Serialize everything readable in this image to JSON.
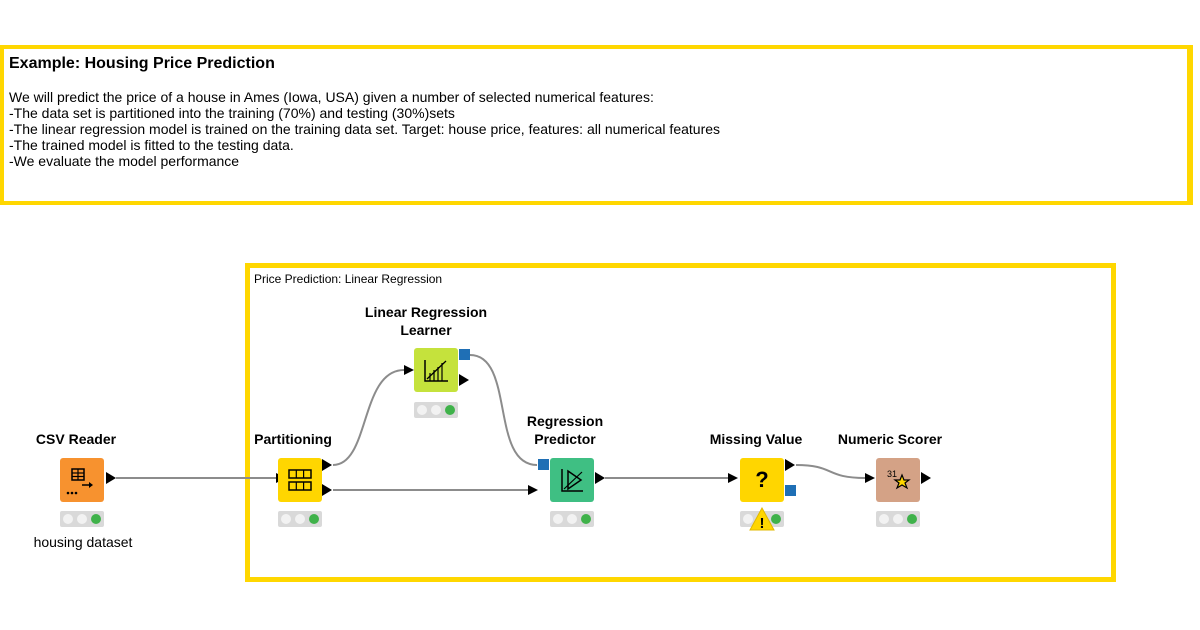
{
  "annotation": {
    "title": "Example: Housing Price Prediction",
    "lines": [
      "We will predict the price of a house in Ames (Iowa, USA) given a number of selected numerical features:",
      "-The data set is partitioned into the training (70%) and testing (30%)sets",
      "-The linear regression model is trained on the training data set. Target: house price, features: all numerical features",
      "-The trained model is fitted to the testing data.",
      "-We evaluate the model performance"
    ]
  },
  "workflow_annotation": {
    "label": "Price Prediction: Linear Regression"
  },
  "nodes": {
    "csv_reader": {
      "title": "CSV Reader",
      "label": "housing dataset",
      "color": "#f7922f",
      "icon": "table-import-icon"
    },
    "partitioning": {
      "title": "Partitioning",
      "color": "#ffd600",
      "icon": "grid-split-icon"
    },
    "lr_learner": {
      "title_line1": "Linear Regression",
      "title_line2": "Learner",
      "color": "#c5e23c",
      "icon": "regression-chart-icon"
    },
    "predictor": {
      "title_line1": "Regression",
      "title_line2": "Predictor",
      "color": "#3fbf83",
      "icon": "predictor-icon"
    },
    "missing_value": {
      "title": "Missing Value",
      "symbol": "?",
      "color": "#ffd600",
      "icon": "question-mark-icon",
      "warning": "!"
    },
    "numeric_scorer": {
      "title": "Numeric Scorer",
      "symbol": "31",
      "color": "#d4a286",
      "icon": "scorer-icon"
    }
  },
  "colors": {
    "annotation_border": "#ffd700",
    "status_green": "#3fb24a",
    "status_off": "#f2f2f2",
    "model_port": "#1f6fb5"
  }
}
